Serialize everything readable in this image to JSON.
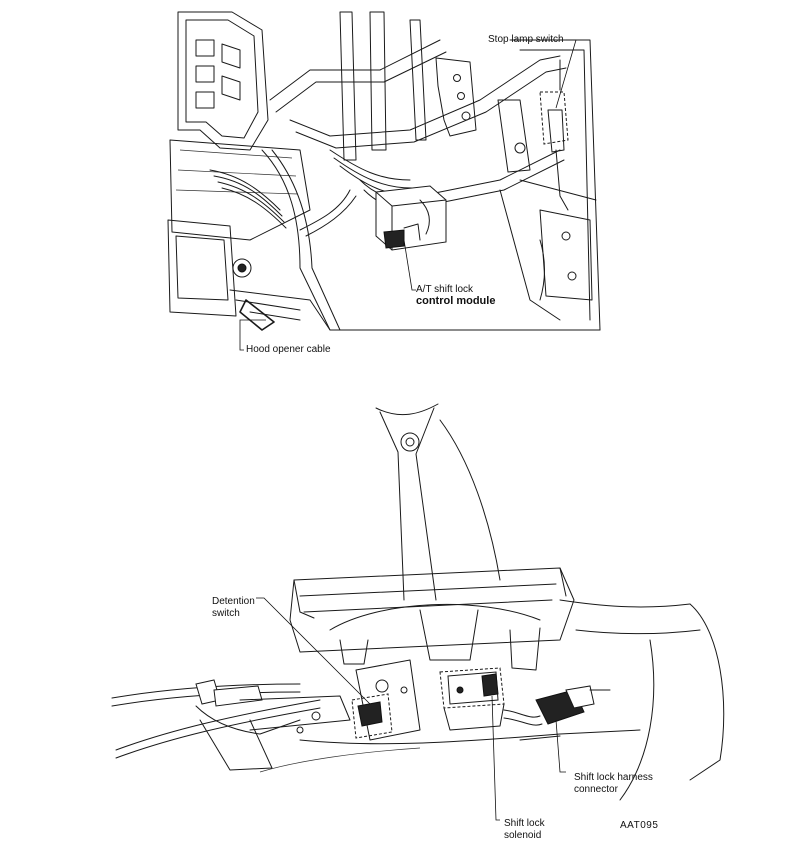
{
  "figure": {
    "code": "AAT095"
  },
  "top_diagram": {
    "labels": {
      "stop_lamp_switch": "Stop lamp switch",
      "shift_lock_module_line1": "A/T shift lock",
      "shift_lock_module_line2": "control module",
      "hood_opener_cable": "Hood opener cable"
    }
  },
  "bottom_diagram": {
    "labels": {
      "detention_switch_line1": "Detention",
      "detention_switch_line2": "switch",
      "harness_connector_line1": "Shift lock harness",
      "harness_connector_line2": "connector",
      "solenoid_line1": "Shift lock",
      "solenoid_line2": "solenoid"
    }
  }
}
